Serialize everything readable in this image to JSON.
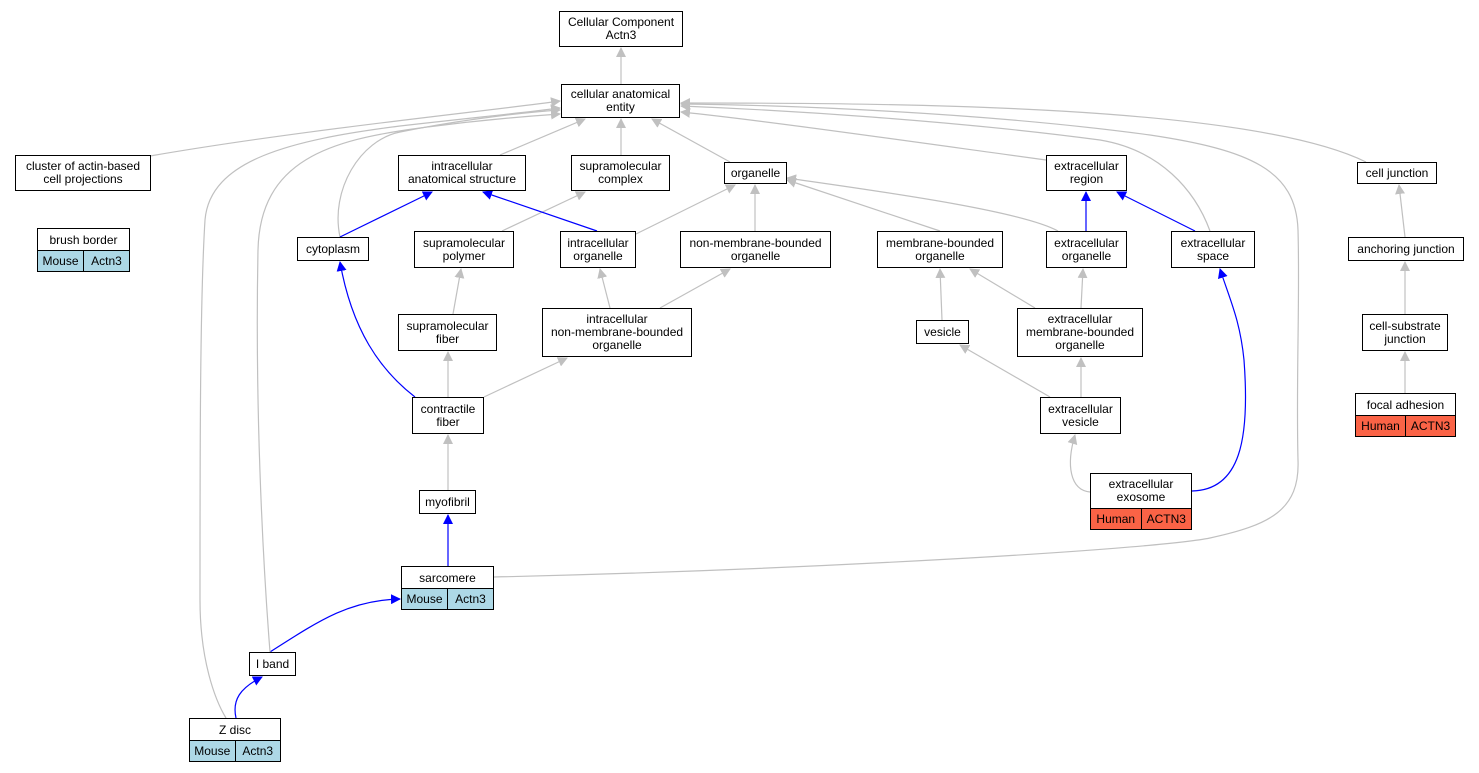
{
  "colors": {
    "is_a": "#c0c0c0",
    "part_of": "#0000ff",
    "mouse": "#add8e6",
    "human": "#fa6346"
  },
  "nodes": {
    "root": "Cellular Component\nActn3",
    "cae": "cellular anatomical\nentity",
    "cluster": "cluster of actin-based\ncell projections",
    "ias": "intracellular\nanatomical structure",
    "smc": "supramolecular\ncomplex",
    "organelle": "organelle",
    "ecr": "extracellular\nregion",
    "cj": "cell junction",
    "cytoplasm": "cytoplasm",
    "smp": "supramolecular\npolymer",
    "io": "intracellular\norganelle",
    "nmbo": "non-membrane-bounded\norganelle",
    "mbo": "membrane-bounded\norganelle",
    "eco": "extracellular\norganelle",
    "ecs": "extracellular\nspace",
    "aj": "anchoring junction",
    "smf": "supramolecular\nfiber",
    "inmbo": "intracellular\nnon-membrane-bounded\norganelle",
    "vesicle": "vesicle",
    "embo": "extracellular\nmembrane-bounded\norganelle",
    "csj": "cell-substrate\njunction",
    "cf": "contractile\nfiber",
    "ecv": "extracellular\nvesicle",
    "myofibril": "myofibril",
    "iband": "I band"
  },
  "annotated": {
    "brush": {
      "label": "brush border",
      "species": "Mouse",
      "gene": "Actn3"
    },
    "fa": {
      "label": "focal adhesion",
      "species": "Human",
      "gene": "ACTN3"
    },
    "exo": {
      "label": "extracellular\nexosome",
      "species": "Human",
      "gene": "ACTN3"
    },
    "sarc": {
      "label": "sarcomere",
      "species": "Mouse",
      "gene": "Actn3"
    },
    "zdisc": {
      "label": "Z disc",
      "species": "Mouse",
      "gene": "Actn3"
    }
  }
}
